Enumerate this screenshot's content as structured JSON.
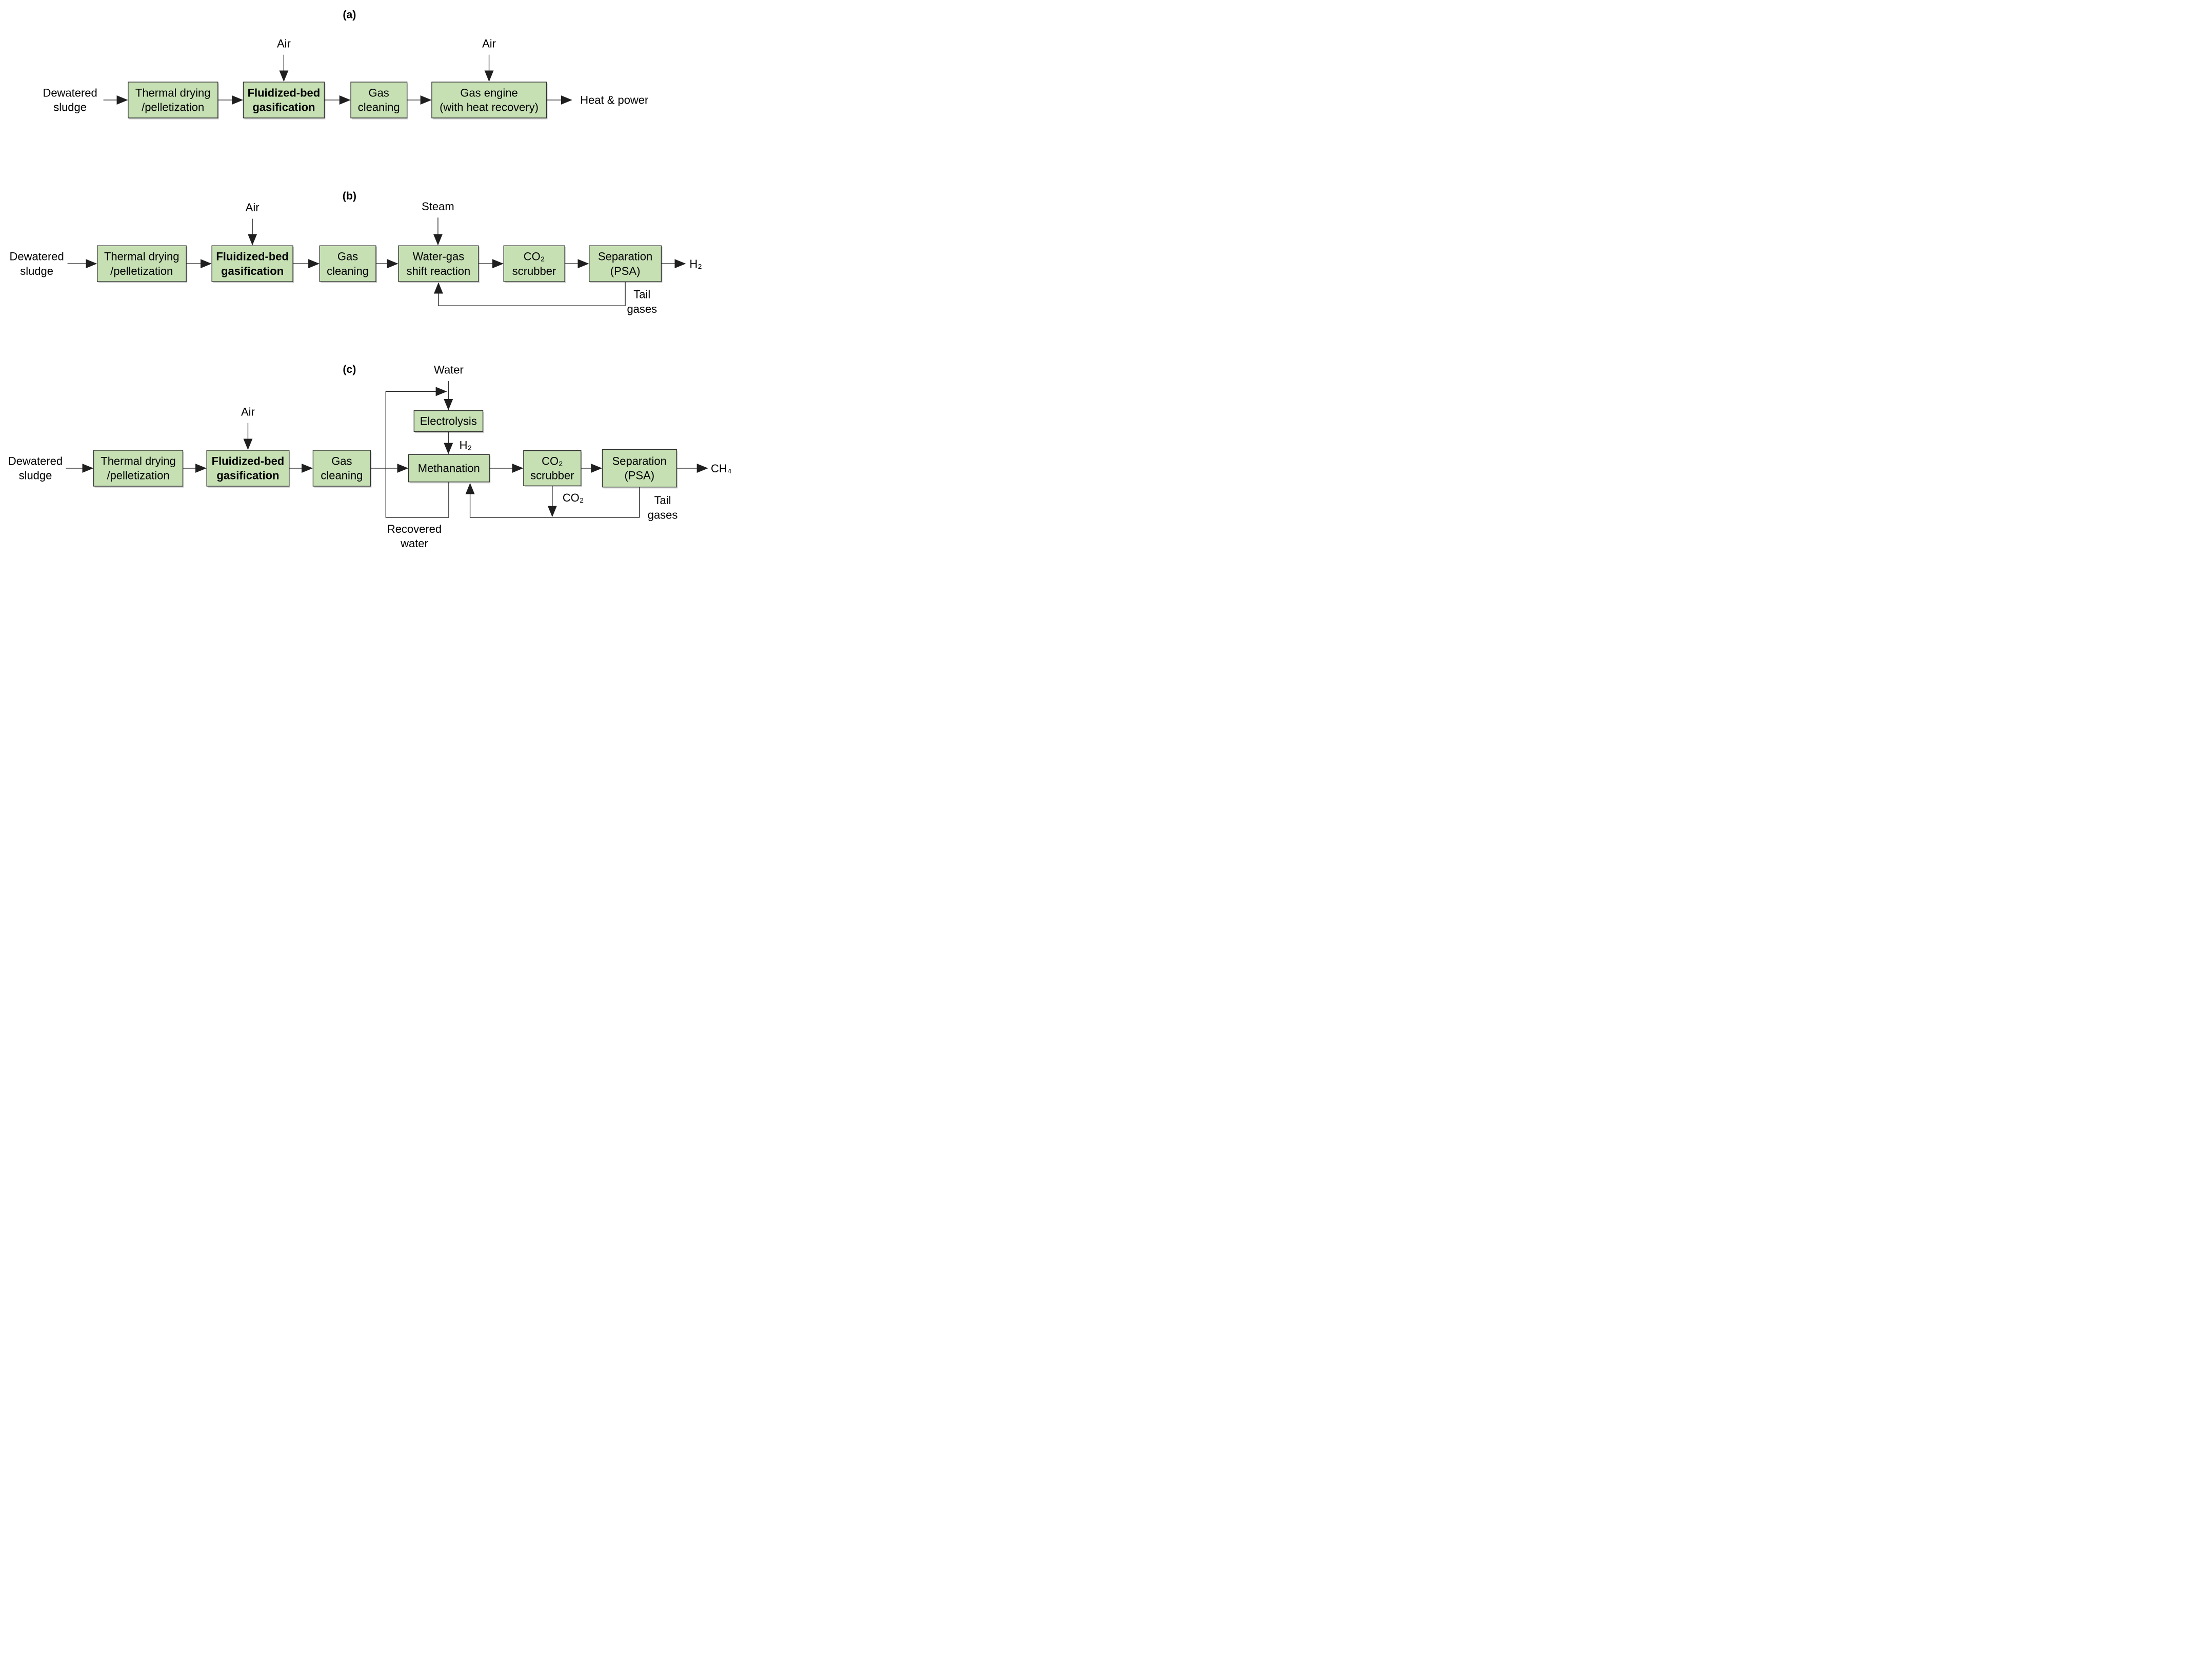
{
  "colors": {
    "background": "#ffffff",
    "box_fill": "#c6e0b4",
    "box_border": "#2e2e2e",
    "line": "#1f1f1f",
    "text": "#000000"
  },
  "panel_a": {
    "label": "(a)",
    "feed": [
      "Dewatered",
      "sludge"
    ],
    "air_gasifier": "Air",
    "air_engine": "Air",
    "boxes": {
      "drying": [
        "Thermal drying",
        "/pelletization"
      ],
      "gasification": [
        "Fluidized-bed",
        "gasification"
      ],
      "cleaning": [
        "Gas",
        "cleaning"
      ],
      "engine": [
        "Gas engine",
        "(with heat recovery)"
      ]
    },
    "output": "Heat & power"
  },
  "panel_b": {
    "label": "(b)",
    "feed": [
      "Dewatered",
      "sludge"
    ],
    "air_gasifier": "Air",
    "steam": "Steam",
    "boxes": {
      "drying": [
        "Thermal drying",
        "/pelletization"
      ],
      "gasification": [
        "Fluidized-bed",
        "gasification"
      ],
      "cleaning": [
        "Gas",
        "cleaning"
      ],
      "shift": [
        "Water-gas",
        "shift reaction"
      ],
      "scrubber": [
        "CO₂",
        "scrubber"
      ],
      "separation": [
        "Separation",
        "(PSA)"
      ]
    },
    "tail_gases": [
      "Tail",
      "gases"
    ],
    "output": "H₂"
  },
  "panel_c": {
    "label": "(c)",
    "feed": [
      "Dewatered",
      "sludge"
    ],
    "air_gasifier": "Air",
    "water": "Water",
    "boxes": {
      "drying": [
        "Thermal drying",
        "/pelletization"
      ],
      "gasification": [
        "Fluidized-bed",
        "gasification"
      ],
      "cleaning": [
        "Gas",
        "cleaning"
      ],
      "electrolysis": "Electrolysis",
      "methanation": "Methanation",
      "scrubber": [
        "CO₂",
        "scrubber"
      ],
      "separation": [
        "Separation",
        "(PSA)"
      ]
    },
    "h2_stream": "H₂",
    "co2_stream": "CO₂",
    "recovered_water": [
      "Recovered",
      "water"
    ],
    "tail_gases": [
      "Tail",
      "gases"
    ],
    "output": "CH₄"
  }
}
